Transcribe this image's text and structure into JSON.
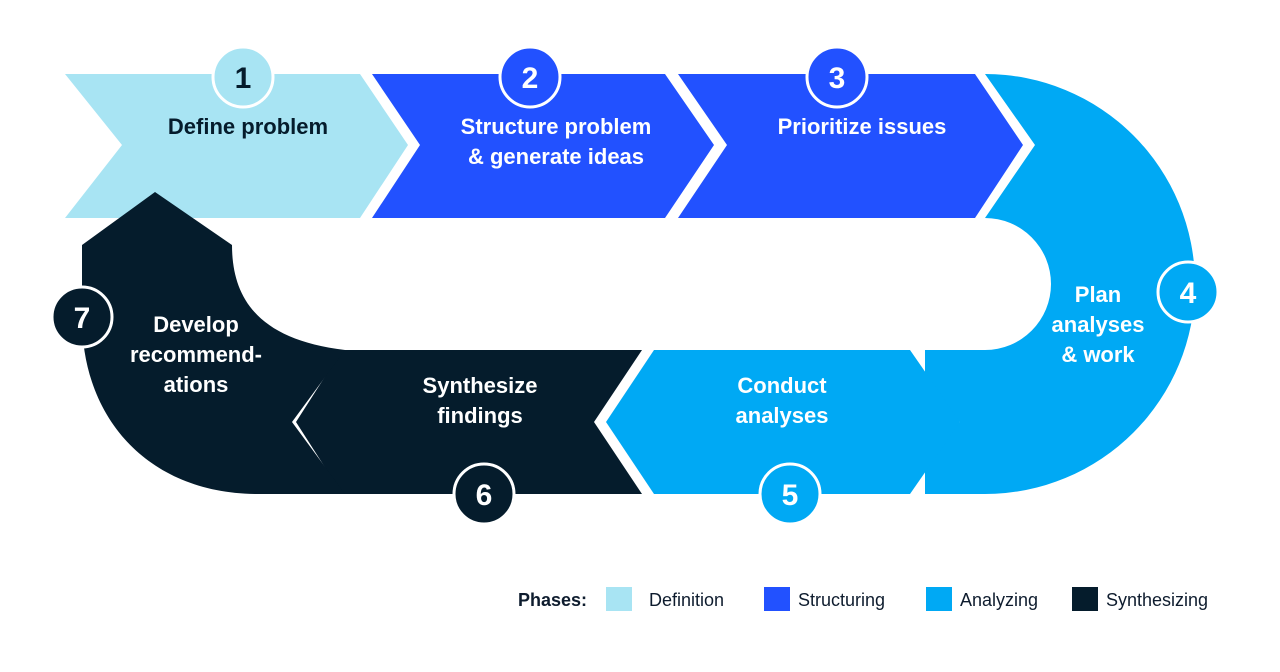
{
  "colors": {
    "definition": "#a8e4f3",
    "structuring": "#2251ff",
    "analyzing": "#00a9f4",
    "synthesizing": "#051c2c",
    "background": "#ffffff"
  },
  "steps": [
    {
      "number": "1",
      "lines": [
        "Define problem"
      ],
      "phase": "definition"
    },
    {
      "number": "2",
      "lines": [
        "Structure problem",
        "& generate ideas"
      ],
      "phase": "structuring"
    },
    {
      "number": "3",
      "lines": [
        "Prioritize issues"
      ],
      "phase": "structuring"
    },
    {
      "number": "4",
      "lines": [
        "Plan",
        "analyses",
        "& work"
      ],
      "phase": "analyzing"
    },
    {
      "number": "5",
      "lines": [
        "Conduct",
        "analyses"
      ],
      "phase": "analyzing"
    },
    {
      "number": "6",
      "lines": [
        "Synthesize",
        "findings"
      ],
      "phase": "synthesizing"
    },
    {
      "number": "7",
      "lines": [
        "Develop",
        "recommend-",
        "ations"
      ],
      "phase": "synthesizing"
    }
  ],
  "legend": {
    "title": "Phases:",
    "items": [
      {
        "label": "Definition",
        "phase": "definition"
      },
      {
        "label": "Structuring",
        "phase": "structuring"
      },
      {
        "label": "Analyzing",
        "phase": "analyzing"
      },
      {
        "label": "Synthesizing",
        "phase": "synthesizing"
      }
    ]
  }
}
